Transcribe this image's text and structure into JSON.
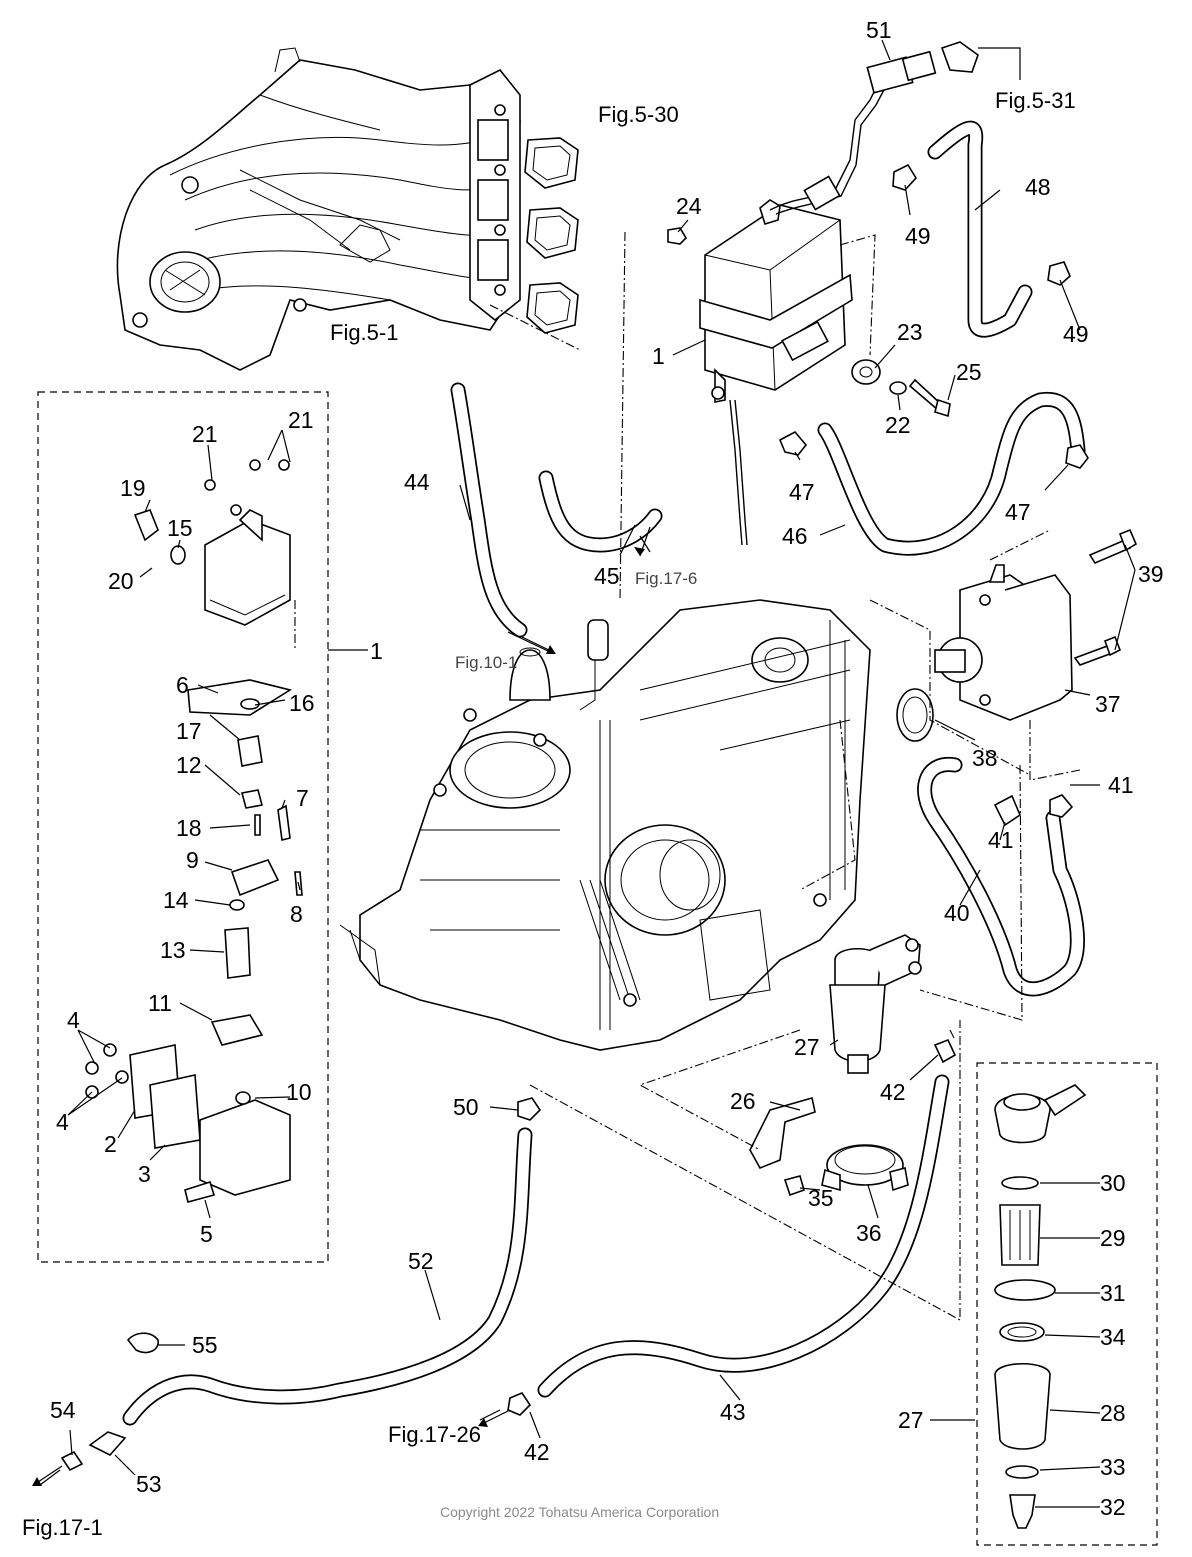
{
  "diagram": {
    "fig_refs": {
      "f5_30": "Fig.5-30",
      "f5_31": "Fig.5-31",
      "f5_1": "Fig.5-1",
      "f17_6": "Fig.17-6",
      "f10_1": "Fig.10-1",
      "f17_26": "Fig.17-26",
      "f17_1": "Fig.17-1"
    },
    "callouts": {
      "c51": "51",
      "c48": "48",
      "c24": "24",
      "c49a": "49",
      "c49b": "49",
      "c23": "23",
      "c25": "25",
      "c1a": "1",
      "c22": "22",
      "c21a": "21",
      "c21b": "21",
      "c19": "19",
      "c15": "15",
      "c20": "20",
      "c44": "44",
      "c47a": "47",
      "c47b": "47",
      "c46": "46",
      "c45": "45",
      "c39": "39",
      "c1b": "1",
      "c6": "6",
      "c16": "16",
      "c37": "37",
      "c38": "38",
      "c17": "17",
      "c12": "12",
      "c7": "7",
      "c18": "18",
      "c41a": "41",
      "c41b": "41",
      "c9": "9",
      "c8": "8",
      "c14": "14",
      "c40": "40",
      "c13": "13",
      "c11": "11",
      "c27a": "27",
      "c4a": "4",
      "c4b": "4",
      "c10": "10",
      "c42a": "42",
      "c50": "50",
      "c26": "26",
      "c2": "2",
      "c3": "3",
      "c30": "30",
      "c29": "29",
      "c35": "35",
      "c36": "36",
      "c5": "5",
      "c31": "31",
      "c52": "52",
      "c34": "34",
      "c55": "55",
      "c43": "43",
      "c28": "28",
      "c27b": "27",
      "c54": "54",
      "c42b": "42",
      "c33": "33",
      "c53": "53",
      "c32": "32"
    },
    "copyright": "Copyright 2022 Tohatsu America Corporation"
  }
}
